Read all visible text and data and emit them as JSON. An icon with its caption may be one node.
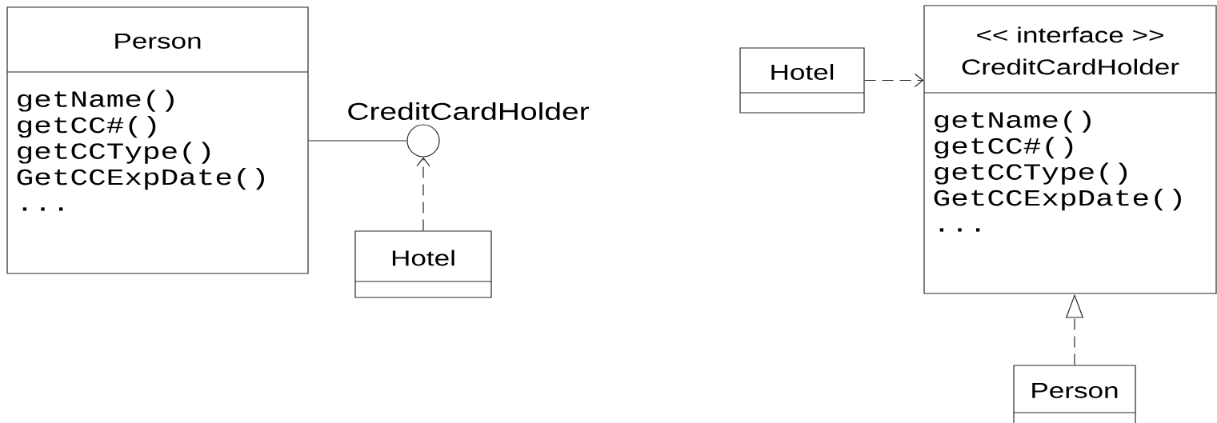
{
  "diagram": {
    "nodes": [
      {
        "text": [
          "Person",
          "getName()",
          "getCC#()",
          "getCCType()",
          "GetCCExpDate()",
          "..."
        ]
      },
      {
        "text": [],
        "shape": "circle",
        "beside": [
          "CreditCardHolder"
        ]
      },
      {
        "text": [
          "Hotel"
        ]
      },
      {
        "text": [
          "Hotel"
        ]
      },
      {
        "text": [
          "<< interface >>",
          "CreditCardHolder",
          "getName()",
          "getCC#()",
          "getCCType()",
          "GetCCExpDate()",
          "..."
        ]
      },
      {
        "text": [
          "Person"
        ]
      }
    ],
    "edges": [
      {
        "from": 0,
        "to": 1,
        "arrow": "none"
      },
      {
        "from": 2,
        "to": 1,
        "arrow": "to",
        "style": "dashed"
      },
      {
        "from": 3,
        "to": 4,
        "arrow": "to",
        "style": "dashed"
      },
      {
        "from": 5,
        "to": 4,
        "arrow": "to",
        "style": "dashed"
      }
    ]
  }
}
